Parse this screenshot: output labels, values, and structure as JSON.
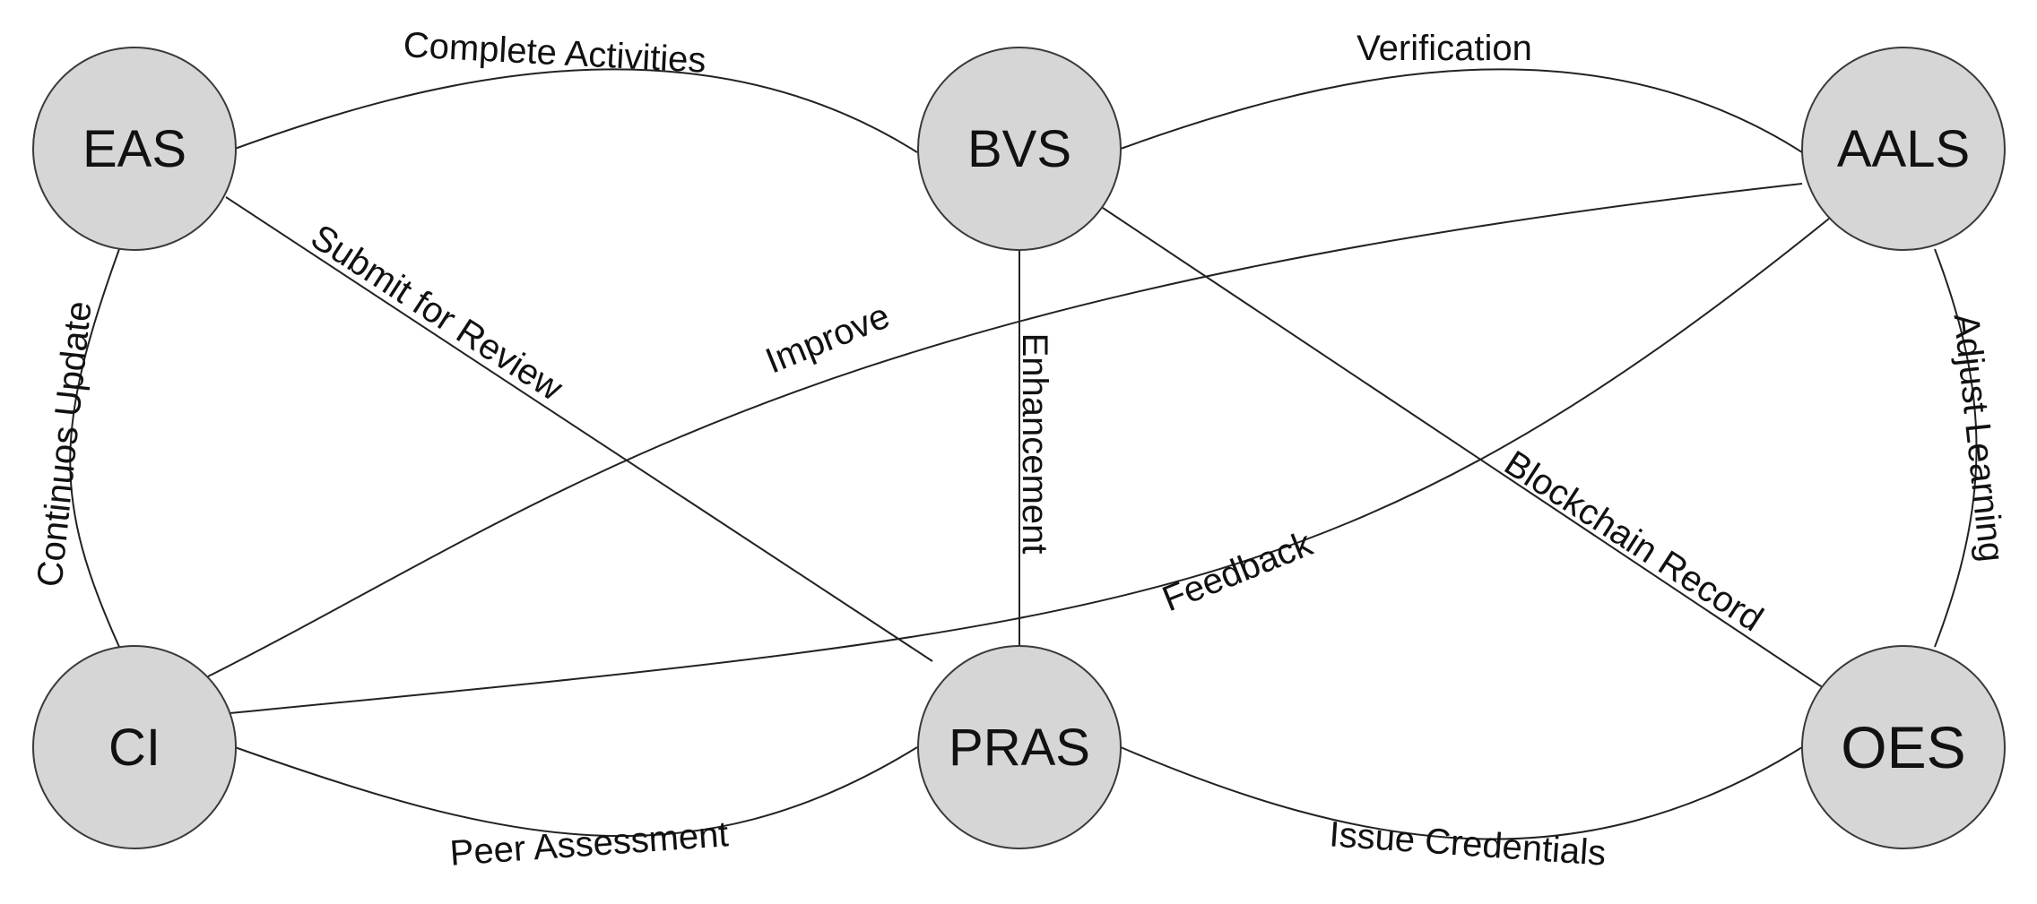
{
  "diagram": {
    "nodes": [
      {
        "id": "EAS",
        "label": "EAS"
      },
      {
        "id": "BVS",
        "label": "BVS"
      },
      {
        "id": "AALS",
        "label": "AALS"
      },
      {
        "id": "CI",
        "label": "CI"
      },
      {
        "id": "PRAS",
        "label": "PRAS"
      },
      {
        "id": "OES",
        "label": "OES"
      }
    ],
    "edges": [
      {
        "from": "EAS",
        "to": "BVS",
        "label": "Complete Activities"
      },
      {
        "from": "BVS",
        "to": "AALS",
        "label": "Verification"
      },
      {
        "from": "EAS",
        "to": "CI",
        "label": "Continuos Update"
      },
      {
        "from": "EAS",
        "to": "PRAS",
        "label": "Submit for Review"
      },
      {
        "from": "CI",
        "to": "AALS",
        "label": "Improve"
      },
      {
        "from": "BVS",
        "to": "PRAS",
        "label": "Enhancement"
      },
      {
        "from": "CI",
        "to": "AALS",
        "label": "Feedback"
      },
      {
        "from": "BVS",
        "to": "OES",
        "label": "Blockchain Record"
      },
      {
        "from": "AALS",
        "to": "OES",
        "label": "Adjust Learning"
      },
      {
        "from": "CI",
        "to": "PRAS",
        "label": "Peer Assessment"
      },
      {
        "from": "PRAS",
        "to": "OES",
        "label": "Issue Credentials"
      }
    ]
  }
}
